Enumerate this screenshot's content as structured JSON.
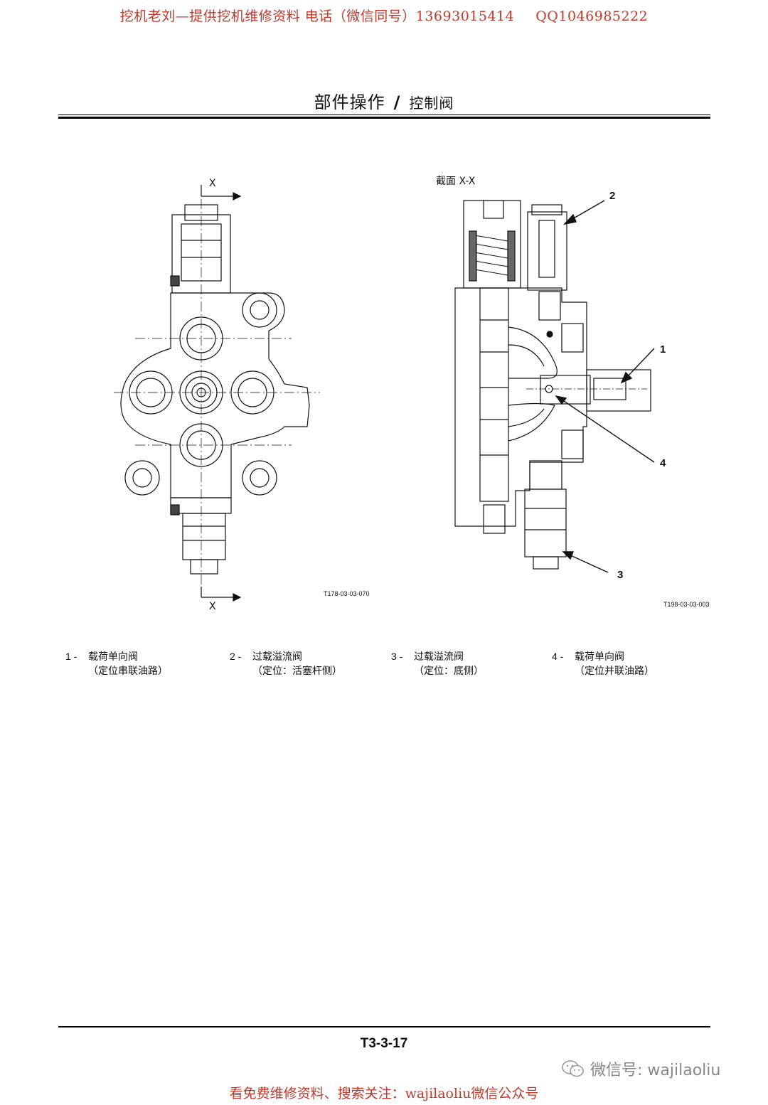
{
  "banner": {
    "text": "挖机老刘—提供挖机维修资料 电话（微信同号）13693015414",
    "qq": "QQ1046985222"
  },
  "header": {
    "title": "部件操作",
    "separator": "/",
    "subtitle": "控制阀"
  },
  "figures": {
    "left": {
      "section_mark_top": "X",
      "section_mark_bottom": "X",
      "code": "T178-03-03-070"
    },
    "right": {
      "section_label": "截面 X-X",
      "code": "T198-03-03-003",
      "callouts": [
        "1",
        "2",
        "3",
        "4"
      ]
    }
  },
  "legend": [
    {
      "num": "1 -",
      "name": "载荷单向阀",
      "desc": "（定位串联油路）"
    },
    {
      "num": "2 -",
      "name": "过载溢流阀",
      "desc": "（定位：活塞杆侧）"
    },
    {
      "num": "3 -",
      "name": "过载溢流阀",
      "desc": "（定位：底侧）"
    },
    {
      "num": "4 -",
      "name": "载荷单向阀",
      "desc": "（定位并联油路）"
    }
  ],
  "footer": {
    "page_number": "T3-3-17",
    "wechat_id": "微信号: wajilaoliu",
    "promo": "看免费维修资料、搜索关注：wajilaoliu微信公众号"
  }
}
